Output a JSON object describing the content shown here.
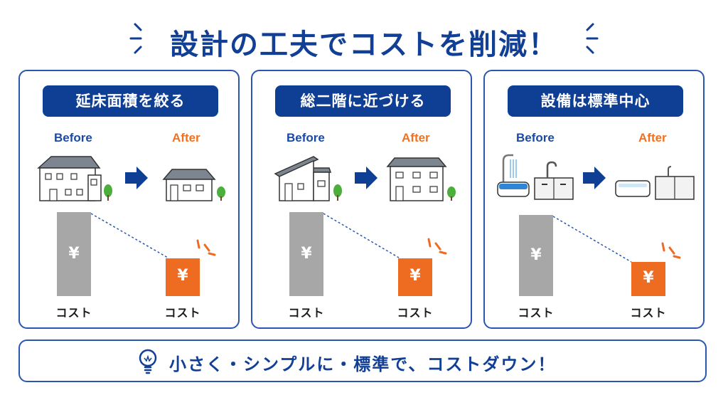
{
  "title": "設計の工夫でコストを削減！",
  "colors": {
    "navy": "#0f3e95",
    "orange": "#ee6c22",
    "gray": "#a7a7a7",
    "highlight": "#ffd84a"
  },
  "panels": [
    {
      "title": "延床面積を絞る",
      "before": "Before",
      "after": "After",
      "yen": "¥",
      "cost_before": "コスト",
      "cost_after": "コスト",
      "before_icon": "large-two-story-house-icon",
      "after_icon": "small-one-story-house-icon"
    },
    {
      "title": "総二階に近づける",
      "before": "Before",
      "after": "After",
      "yen": "¥",
      "cost_before": "コスト",
      "cost_after": "コスト",
      "before_icon": "irregular-roof-house-icon",
      "after_icon": "simple-box-house-icon"
    },
    {
      "title": "設備は標準中心",
      "before": "Before",
      "after": "After",
      "yen": "¥",
      "cost_before": "コスト",
      "cost_after": "コスト",
      "before_icon": "luxury-bath-and-kitchen-icon",
      "after_icon": "standard-bath-and-kitchen-icon"
    }
  ],
  "footer": {
    "text_main": "小さく・シンプルに・標準で、",
    "text_highlight": "コストダウン！",
    "icon": "lightbulb-icon"
  }
}
